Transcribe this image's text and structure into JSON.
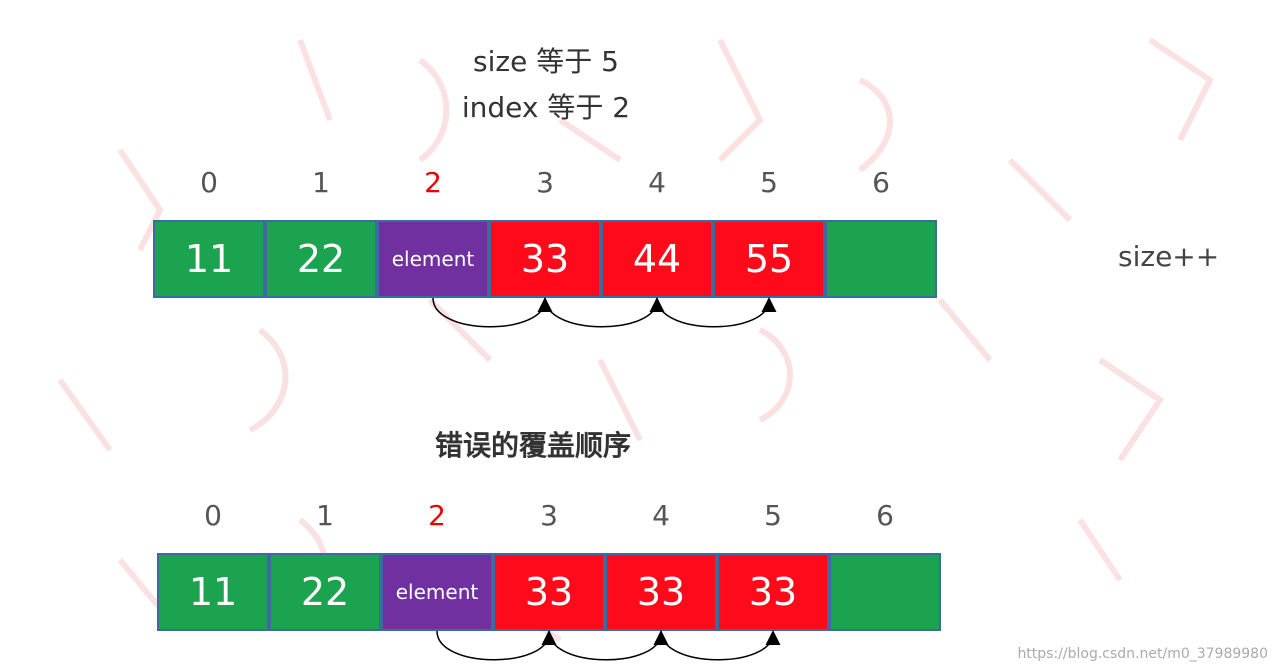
{
  "header": {
    "size_text": "size 等于 5",
    "index_text": "index 等于 2"
  },
  "top_array": {
    "indices": [
      "0",
      "1",
      "2",
      "3",
      "4",
      "5",
      "6"
    ],
    "highlight_index": 2,
    "cells": [
      {
        "value": "11",
        "kind": "green"
      },
      {
        "value": "22",
        "kind": "green"
      },
      {
        "value": "element",
        "kind": "purple"
      },
      {
        "value": "33",
        "kind": "red"
      },
      {
        "value": "44",
        "kind": "red"
      },
      {
        "value": "55",
        "kind": "red"
      },
      {
        "value": "",
        "kind": "green"
      }
    ],
    "size_increment": "size++"
  },
  "bottom_section": {
    "title": "错误的覆盖顺序"
  },
  "bottom_array": {
    "indices": [
      "0",
      "1",
      "2",
      "3",
      "4",
      "5",
      "6"
    ],
    "highlight_index": 2,
    "cells": [
      {
        "value": "11",
        "kind": "green"
      },
      {
        "value": "22",
        "kind": "green"
      },
      {
        "value": "element",
        "kind": "purple"
      },
      {
        "value": "33",
        "kind": "red"
      },
      {
        "value": "33",
        "kind": "red"
      },
      {
        "value": "33",
        "kind": "red"
      },
      {
        "value": "",
        "kind": "green"
      }
    ]
  },
  "footer": {
    "url": "https://blog.csdn.net/m0_37989980"
  },
  "colors": {
    "green": "#1ba34f",
    "red": "#ff0a1a",
    "purple": "#7030a0",
    "highlight": "#e00000",
    "border": "#3d6ba0"
  }
}
